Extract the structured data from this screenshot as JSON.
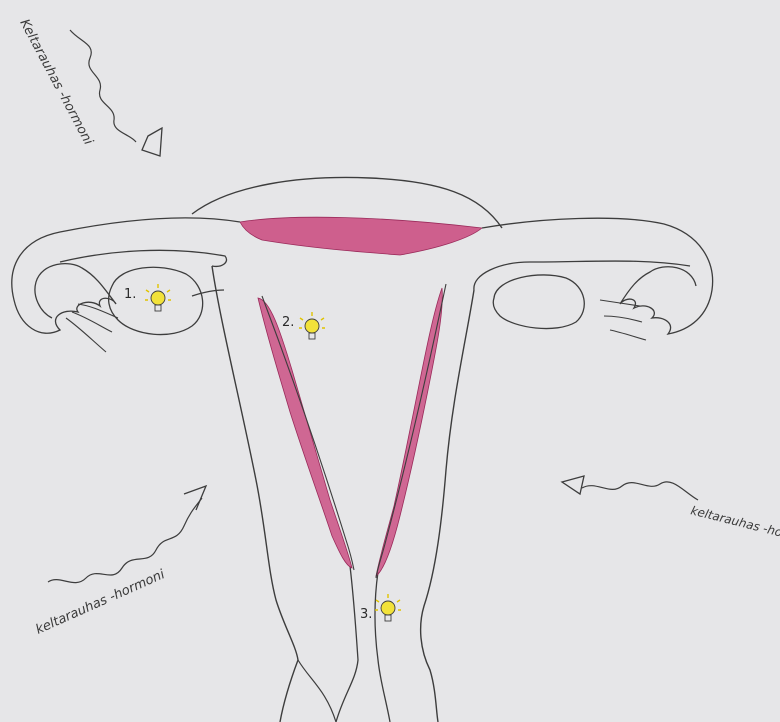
{
  "colors": {
    "paper": "#e6e6e8",
    "pencil": "#3d3d3d",
    "lining": "#c9477d",
    "bulb": "#f2e23a",
    "bulb_rays": "#e0c400"
  },
  "labels": {
    "hormone_top_left": "Keltarauhas -hormoni",
    "hormone_bottom_left": "keltarauhas -hormoni",
    "hormone_right": "keltarauhas -hormoni"
  },
  "markers": [
    {
      "number": "1.",
      "icon": "lightbulb-icon"
    },
    {
      "number": "2.",
      "icon": "lightbulb-icon"
    },
    {
      "number": "3.",
      "icon": "lightbulb-icon"
    }
  ]
}
